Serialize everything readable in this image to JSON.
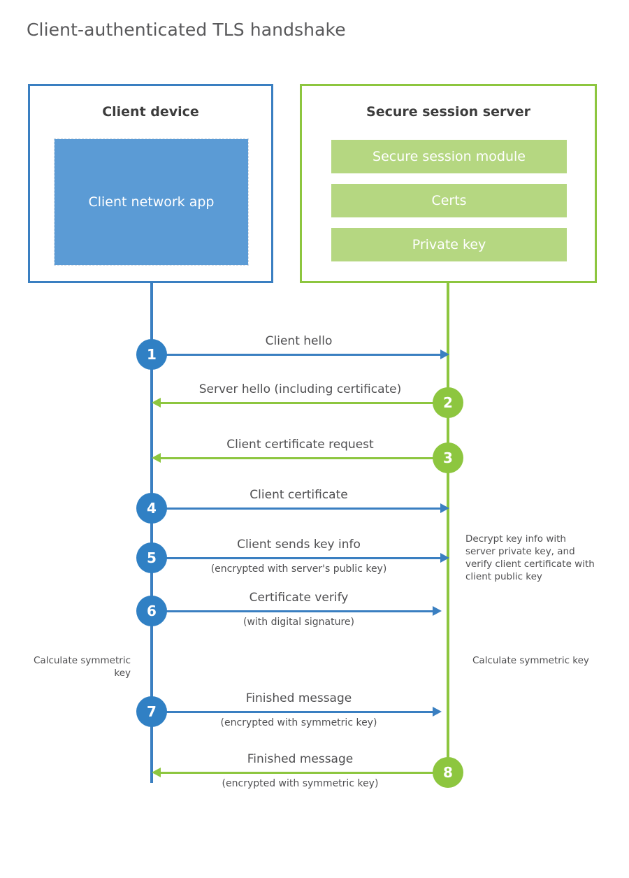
{
  "title": "Client-authenticated TLS handshake",
  "parties": {
    "client": {
      "title": "Client device",
      "app_label": "Client network app"
    },
    "server": {
      "title": "Secure session server",
      "blocks": [
        {
          "label": "Secure session module"
        },
        {
          "label": "Certs"
        },
        {
          "label": "Private key"
        }
      ]
    }
  },
  "steps": [
    {
      "number": "1",
      "label": "Client hello",
      "sublabel": "",
      "direction": "right",
      "color": "blue"
    },
    {
      "number": "2",
      "label": "Server hello (including certificate)",
      "sublabel": "",
      "direction": "left",
      "color": "green"
    },
    {
      "number": "3",
      "label": "Client certificate request",
      "sublabel": "",
      "direction": "left",
      "color": "green"
    },
    {
      "number": "4",
      "label": "Client certificate",
      "sublabel": "",
      "direction": "right",
      "color": "blue"
    },
    {
      "number": "5",
      "label": "Client sends key info",
      "sublabel": "(encrypted with server's public key)",
      "direction": "right",
      "color": "blue"
    },
    {
      "number": "6",
      "label": "Certificate verify",
      "sublabel": "(with digital signature)",
      "direction": "right",
      "color": "blue"
    },
    {
      "number": "7",
      "label": "Finished message",
      "sublabel": "(encrypted with symmetric key)",
      "direction": "right",
      "color": "blue"
    },
    {
      "number": "8",
      "label": "Finished message",
      "sublabel": "(encrypted with symmetric key)",
      "direction": "left",
      "color": "green"
    }
  ],
  "annotations": {
    "server_decrypt": "Decrypt key info with server private key, and verify client certificate with client public key",
    "client_calculate": "Calculate symmetric key",
    "server_calculate": "Calculate symmetric key"
  },
  "colors": {
    "blue_border": "#3a7fc1",
    "blue_fill": "#5b9bd5",
    "blue_badge": "#3080c4",
    "green_border": "#8dc63f",
    "green_fill": "#b5d781",
    "text": "#4f4f51",
    "title": "#59595b",
    "background": "#ffffff"
  }
}
